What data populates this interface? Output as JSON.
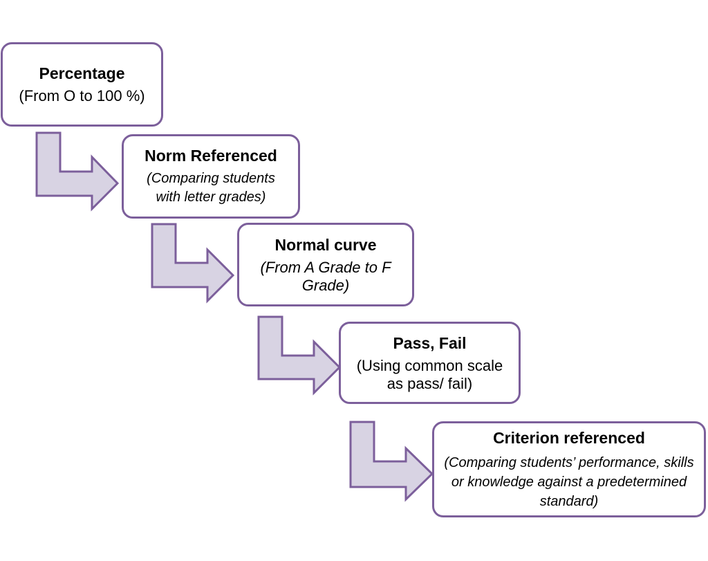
{
  "steps": [
    {
      "title": "Percentage",
      "description": "(From O to 100 %)",
      "italic": false
    },
    {
      "title": "Norm Referenced",
      "description": "(Comparing students with letter grades)",
      "italic": true
    },
    {
      "title": "Normal curve",
      "description": "(From A Grade to F Grade)",
      "italic": true
    },
    {
      "title": "Pass, Fail",
      "description": "(Using common scale as pass/ fail)",
      "italic": false
    },
    {
      "title": "Criterion referenced",
      "description": "(Comparing students’ performance, skills or knowledge against a predetermined standard)",
      "italic": true
    }
  ],
  "colors": {
    "border": "#7c5f9b",
    "arrow_fill": "#d8d3e3",
    "arrow_stroke": "#7c5f9b"
  },
  "icons": {
    "connector": "bent-arrow-right-icon"
  }
}
